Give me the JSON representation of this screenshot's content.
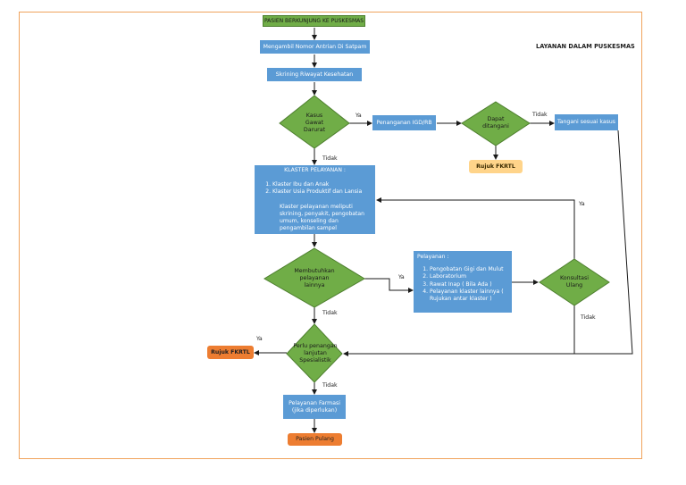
{
  "title": "LAYANAN DALAM PUSKESMAS",
  "colors": {
    "box_blue": "#5b9bd5",
    "decision_green": "#70ad47",
    "terminal_orange": "#ed7d31",
    "start_green": "#70ad47",
    "rujuk_yellow": "#ffd48a",
    "frame_border": "#f0a35c"
  },
  "nodes": {
    "start": "PASIEN BERKUNJUNG KE PUSKESMAS",
    "antrian": "Mengambil Nomor Antrian Di Satpam",
    "skrining": "Skrining Riwayat Kesehatan",
    "kasus": [
      "Kasus",
      "Gawat",
      "Darurat"
    ],
    "igd": "Penanganan IGD/RB",
    "dapat": [
      "Dapat",
      "ditangani"
    ],
    "tangani": "Tangani sesuai kasus",
    "rujuk_top": "Rujuk FKRTL",
    "klaster": {
      "title": "KLASTER PELAYANAN :",
      "items": [
        "Klaster Ibu dan Anak",
        "Klaster Usia Produktif dan Lansia"
      ],
      "note": "Klaster pelayanan meliputi skrining, penyakit, pengobatan umum, konseling dan pengambilan sampel"
    },
    "membutuhkan": [
      "Membutuhkan",
      "pelayanan",
      "lainnya"
    ],
    "pelayanan": {
      "title": "Pelayanan :",
      "items": [
        "Pengobatan Gigi dan Mulut",
        "Laboratorium",
        "Rawat Inap ( Bila Ada )",
        "Pelayanan klaster lainnya ( Rujukan antar klaster )"
      ]
    },
    "konsultasi": [
      "Konsultasi",
      "Ulang"
    ],
    "perlu": [
      "Perlu penangan",
      "lanjutan",
      "Spesialistik"
    ],
    "rujuk_left": "Rujuk FKRTL",
    "farmasi": [
      "Pelayanan Farmasi",
      "(jika diperlukan)"
    ],
    "pulang": "Pasien Pulang"
  },
  "edge_labels": {
    "ya_kasus": "Ya",
    "tidak_kasus": "Tidak",
    "tidak_dapat": "Tidak",
    "ya_konsultasi": "Ya",
    "ya_membutuhkan": "Ya",
    "tidak_membutuhkan": "Tidak",
    "tidak_konsultasi": "Tidak",
    "ya_perlu": "Ya",
    "tidak_perlu": "Tidak"
  }
}
